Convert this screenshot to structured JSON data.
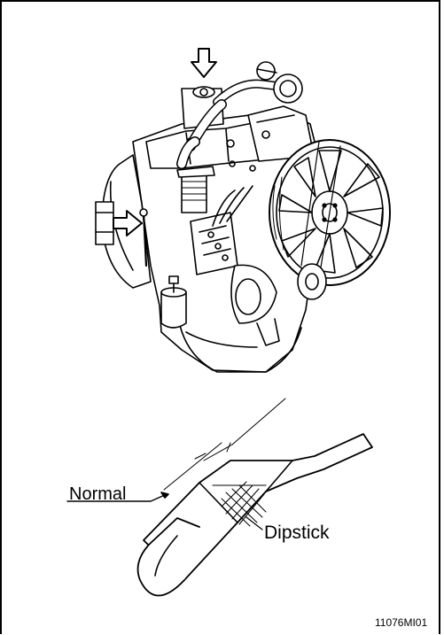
{
  "labels": {
    "normal": "Normal",
    "dipstick": "Dipstick",
    "figure_code": "11076MI01"
  },
  "icons": {
    "top_arrow": "down-arrow-icon",
    "side_arrow": "right-arrow-icon"
  }
}
